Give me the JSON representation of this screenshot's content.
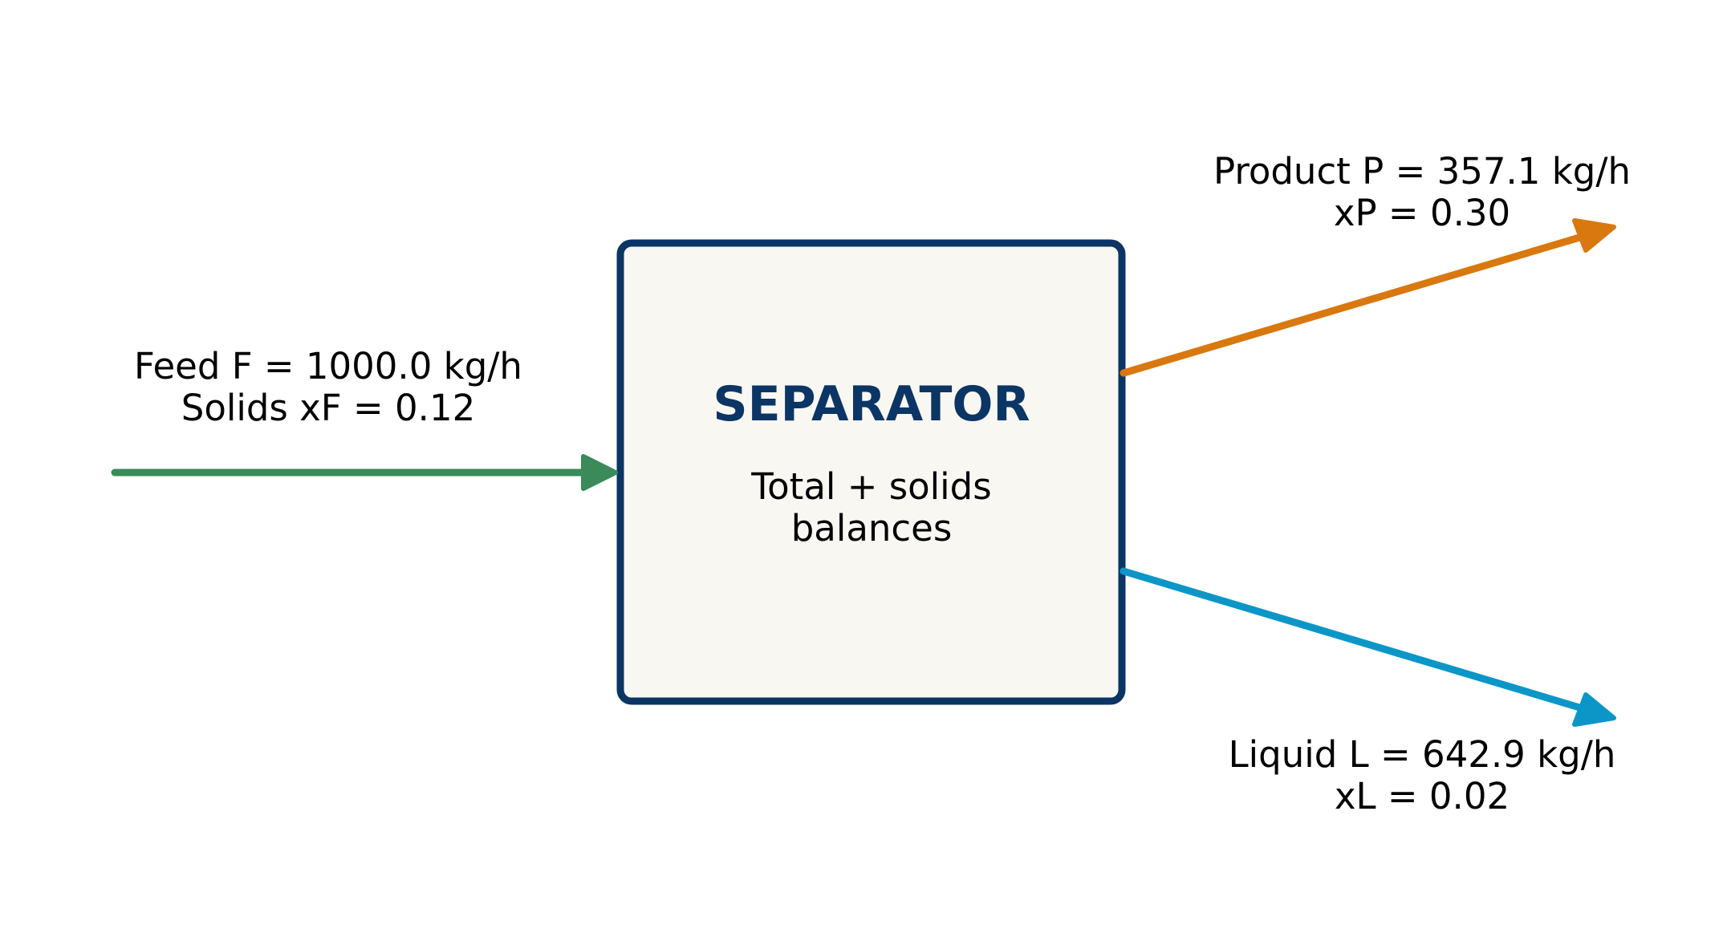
{
  "separator": {
    "title": "SEPARATOR",
    "subtitle_line1": "Total + solids",
    "subtitle_line2": "balances",
    "title_color": "#0b3565",
    "fill_color": "#f9f7f2",
    "border_color": "#0b3565"
  },
  "feed": {
    "line1": "Feed F = 1000.0 kg/h",
    "line2": "Solids xF = 0.12",
    "flow_kg_h": 1000.0,
    "solids_fraction": 0.12,
    "color": "#3a8a5a"
  },
  "product": {
    "line1": "Product P = 357.1 kg/h",
    "line2": "xP = 0.30",
    "flow_kg_h": 357.1,
    "solids_fraction": 0.3,
    "color": "#d8780e"
  },
  "liquid": {
    "line1": "Liquid L = 642.9 kg/h",
    "line2": "xL = 0.02",
    "flow_kg_h": 642.9,
    "solids_fraction": 0.02,
    "color": "#0c96c8"
  }
}
